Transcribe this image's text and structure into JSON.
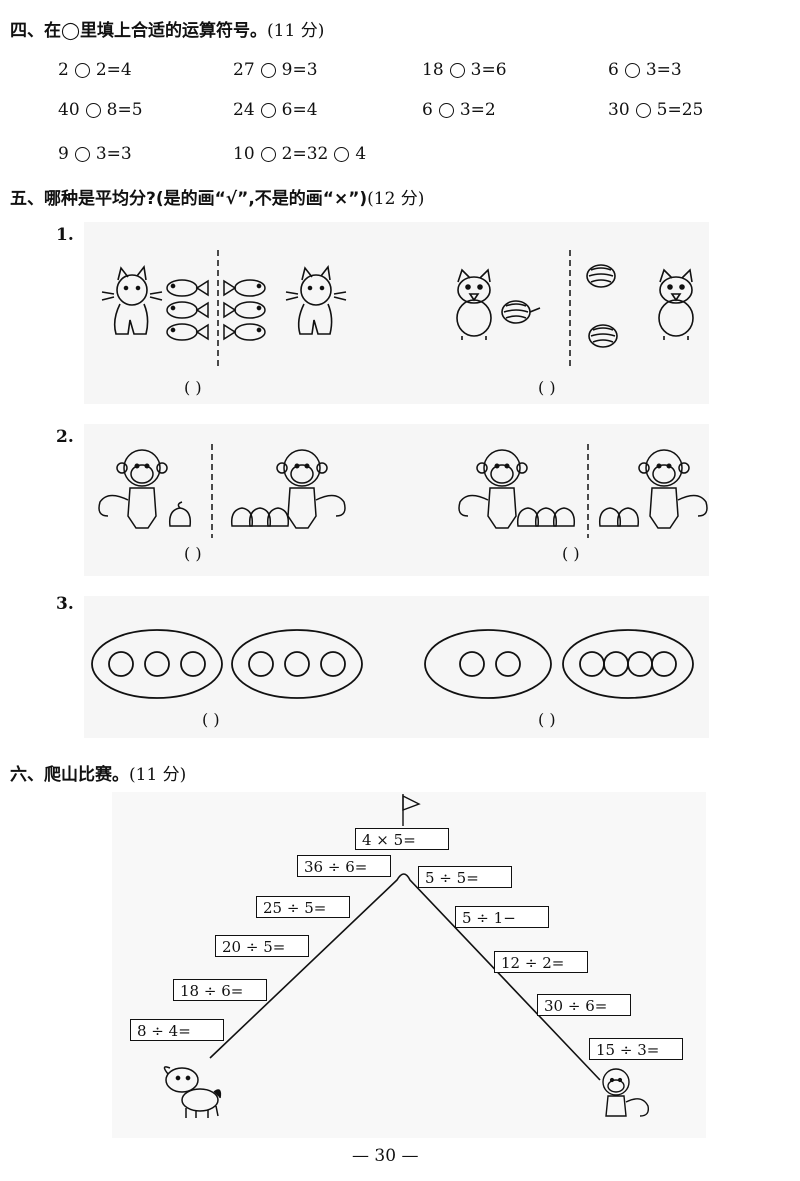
{
  "section4": {
    "title": "四、在◯里填上合适的运算符号。",
    "points": "(11 分)",
    "rows": [
      [
        {
          "a": "2",
          "b": "2",
          "r": "=4"
        },
        {
          "a": "27",
          "b": "9",
          "r": "=3"
        },
        {
          "a": "18",
          "b": "3",
          "r": "=6"
        },
        {
          "a": "6",
          "b": "3",
          "r": "=3"
        }
      ],
      [
        {
          "a": "40",
          "b": "8",
          "r": "=5"
        },
        {
          "a": "24",
          "b": "6",
          "r": "=4"
        },
        {
          "a": "6",
          "b": "3",
          "r": "=2"
        },
        {
          "a": "30",
          "b": "5",
          "r": "=25"
        }
      ],
      [
        {
          "a": "9",
          "b": "3",
          "r": "=3"
        },
        {
          "a": "10",
          "b": "2",
          "r": "=32",
          "c": "4"
        }
      ]
    ]
  },
  "section5": {
    "title": "五、哪种是平均分?(是的画“√”,不是的画“×”)",
    "points": "(12 分)",
    "q1": "1.",
    "q2": "2.",
    "q3": "3.",
    "paren": "(      )"
  },
  "section6": {
    "title": "六、爬山比赛。",
    "points": "(11 分)",
    "left_boxes": [
      "4 × 5=",
      "36 ÷ 6=",
      "25 ÷ 5=",
      "20 ÷ 5=",
      "18 ÷ 6=",
      "8 ÷ 4="
    ],
    "right_boxes": [
      "5 ÷ 5=",
      "5 ÷ 1−",
      "12 ÷ 2=",
      "30 ÷ 6=",
      "15 ÷ 3="
    ]
  },
  "page_number": "— 30 —"
}
